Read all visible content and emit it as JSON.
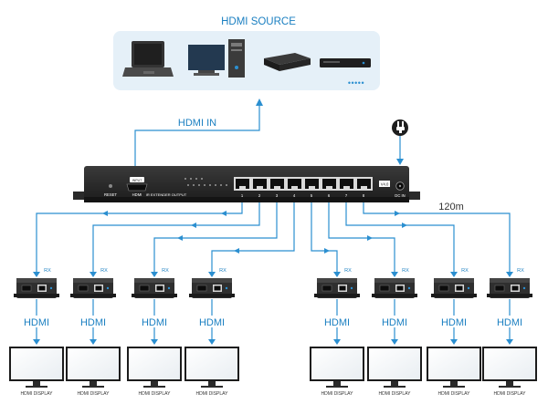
{
  "source": {
    "title": "HDMI SOURCE",
    "devices": [
      "laptop-icon",
      "desktop-pc-icon",
      "media-box-icon",
      "blu-ray-player-icon"
    ],
    "more": "•••••"
  },
  "input_label": "HDMI IN",
  "power_label": "power-plug-icon",
  "extender": {
    "reset": "RESET",
    "hdmi": "HDMI",
    "input_tag": "INPUT",
    "output_text": "IR EXTENDER OUTPUT",
    "version": "V4.0",
    "dc_in": "DC IN",
    "ports": [
      "1",
      "2",
      "3",
      "4",
      "5",
      "6",
      "7",
      "8"
    ]
  },
  "cable_distance": "120m",
  "receivers": {
    "rx_label": "RX",
    "hdmi_label": "HDMI",
    "display_label": "HDMI DISPLAY",
    "count": 8
  },
  "colors": {
    "accent": "#2b8fd0",
    "source_panel": "#e5f0f8",
    "device_body": "#2a2a2a"
  }
}
